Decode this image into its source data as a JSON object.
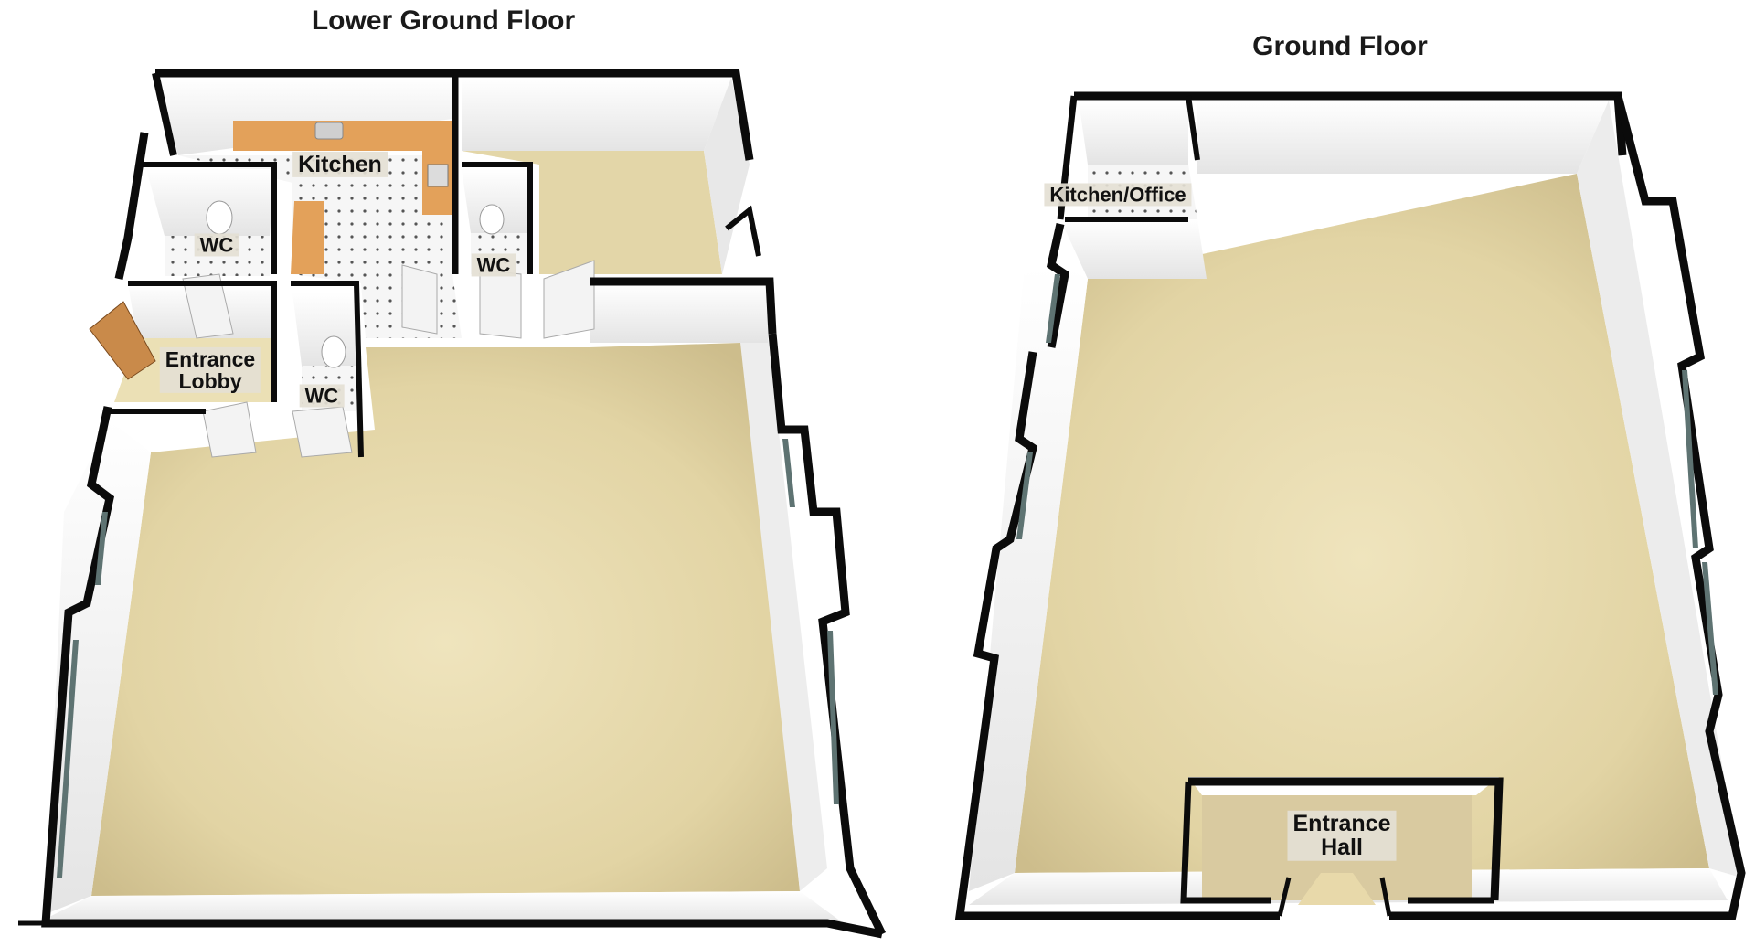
{
  "floors": {
    "lower": {
      "title": "Lower Ground Floor",
      "rooms": {
        "kitchen": "Kitchen",
        "wc_left": "WC",
        "wc_right": "WC",
        "wc_lobby": "WC",
        "lobby_line1": "Entrance",
        "lobby_line2": "Lobby"
      }
    },
    "ground": {
      "title": "Ground Floor",
      "rooms": {
        "kitchen_office": "Kitchen/Office",
        "hall_line1": "Entrance",
        "hall_line2": "Hall"
      }
    }
  },
  "colors": {
    "wall": "#0b0b0b",
    "wall_face": "#fafafa",
    "carpet": "#e6d9ad",
    "carpet_shadow": "#cfc091",
    "kitchen_worktop": "#e3a15a",
    "tile_floor": "#f5f5f5",
    "door_wood": "#c98a4a",
    "door_white": "#f3f3f3"
  }
}
